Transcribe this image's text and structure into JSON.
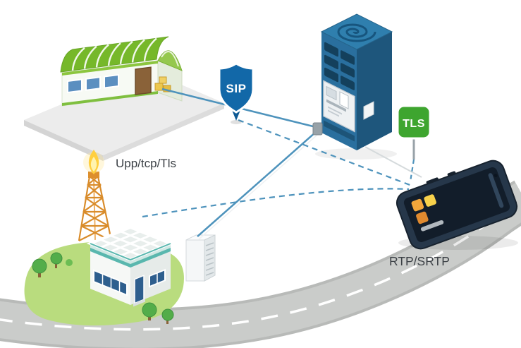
{
  "badges": {
    "sip": "SIP",
    "tls": "TLS"
  },
  "labels": {
    "signaling": "Upp/tcp/Tls",
    "media": "RTP/SRTP"
  },
  "colors": {
    "line_blue": "#4e93bc",
    "sip_blue": "#1268a8",
    "tls_green": "#3ea52f",
    "server_front": "#2a6f9e",
    "server_side": "#1e567c",
    "server_top": "#2f7fae",
    "roof_green": "#76b82a",
    "grass_green": "#b9dc7e",
    "tower_orange": "#dd8f2d",
    "flame_yellow": "#ffcf3f",
    "road_gray": "#caccca",
    "phone_body": "#26374a",
    "label_text": "#3c4146"
  },
  "icons": {
    "warehouse": "warehouse-building",
    "server": "server-tower",
    "spiral": "spiral-icon",
    "sip": "sip-shield-icon",
    "tls": "tls-sign-icon",
    "phone": "smartphone",
    "tower": "radio-tower",
    "flame": "flame-icon",
    "office": "office-building",
    "cabinet": "server-cabinet",
    "road": "road",
    "tree": "tree-icon"
  }
}
